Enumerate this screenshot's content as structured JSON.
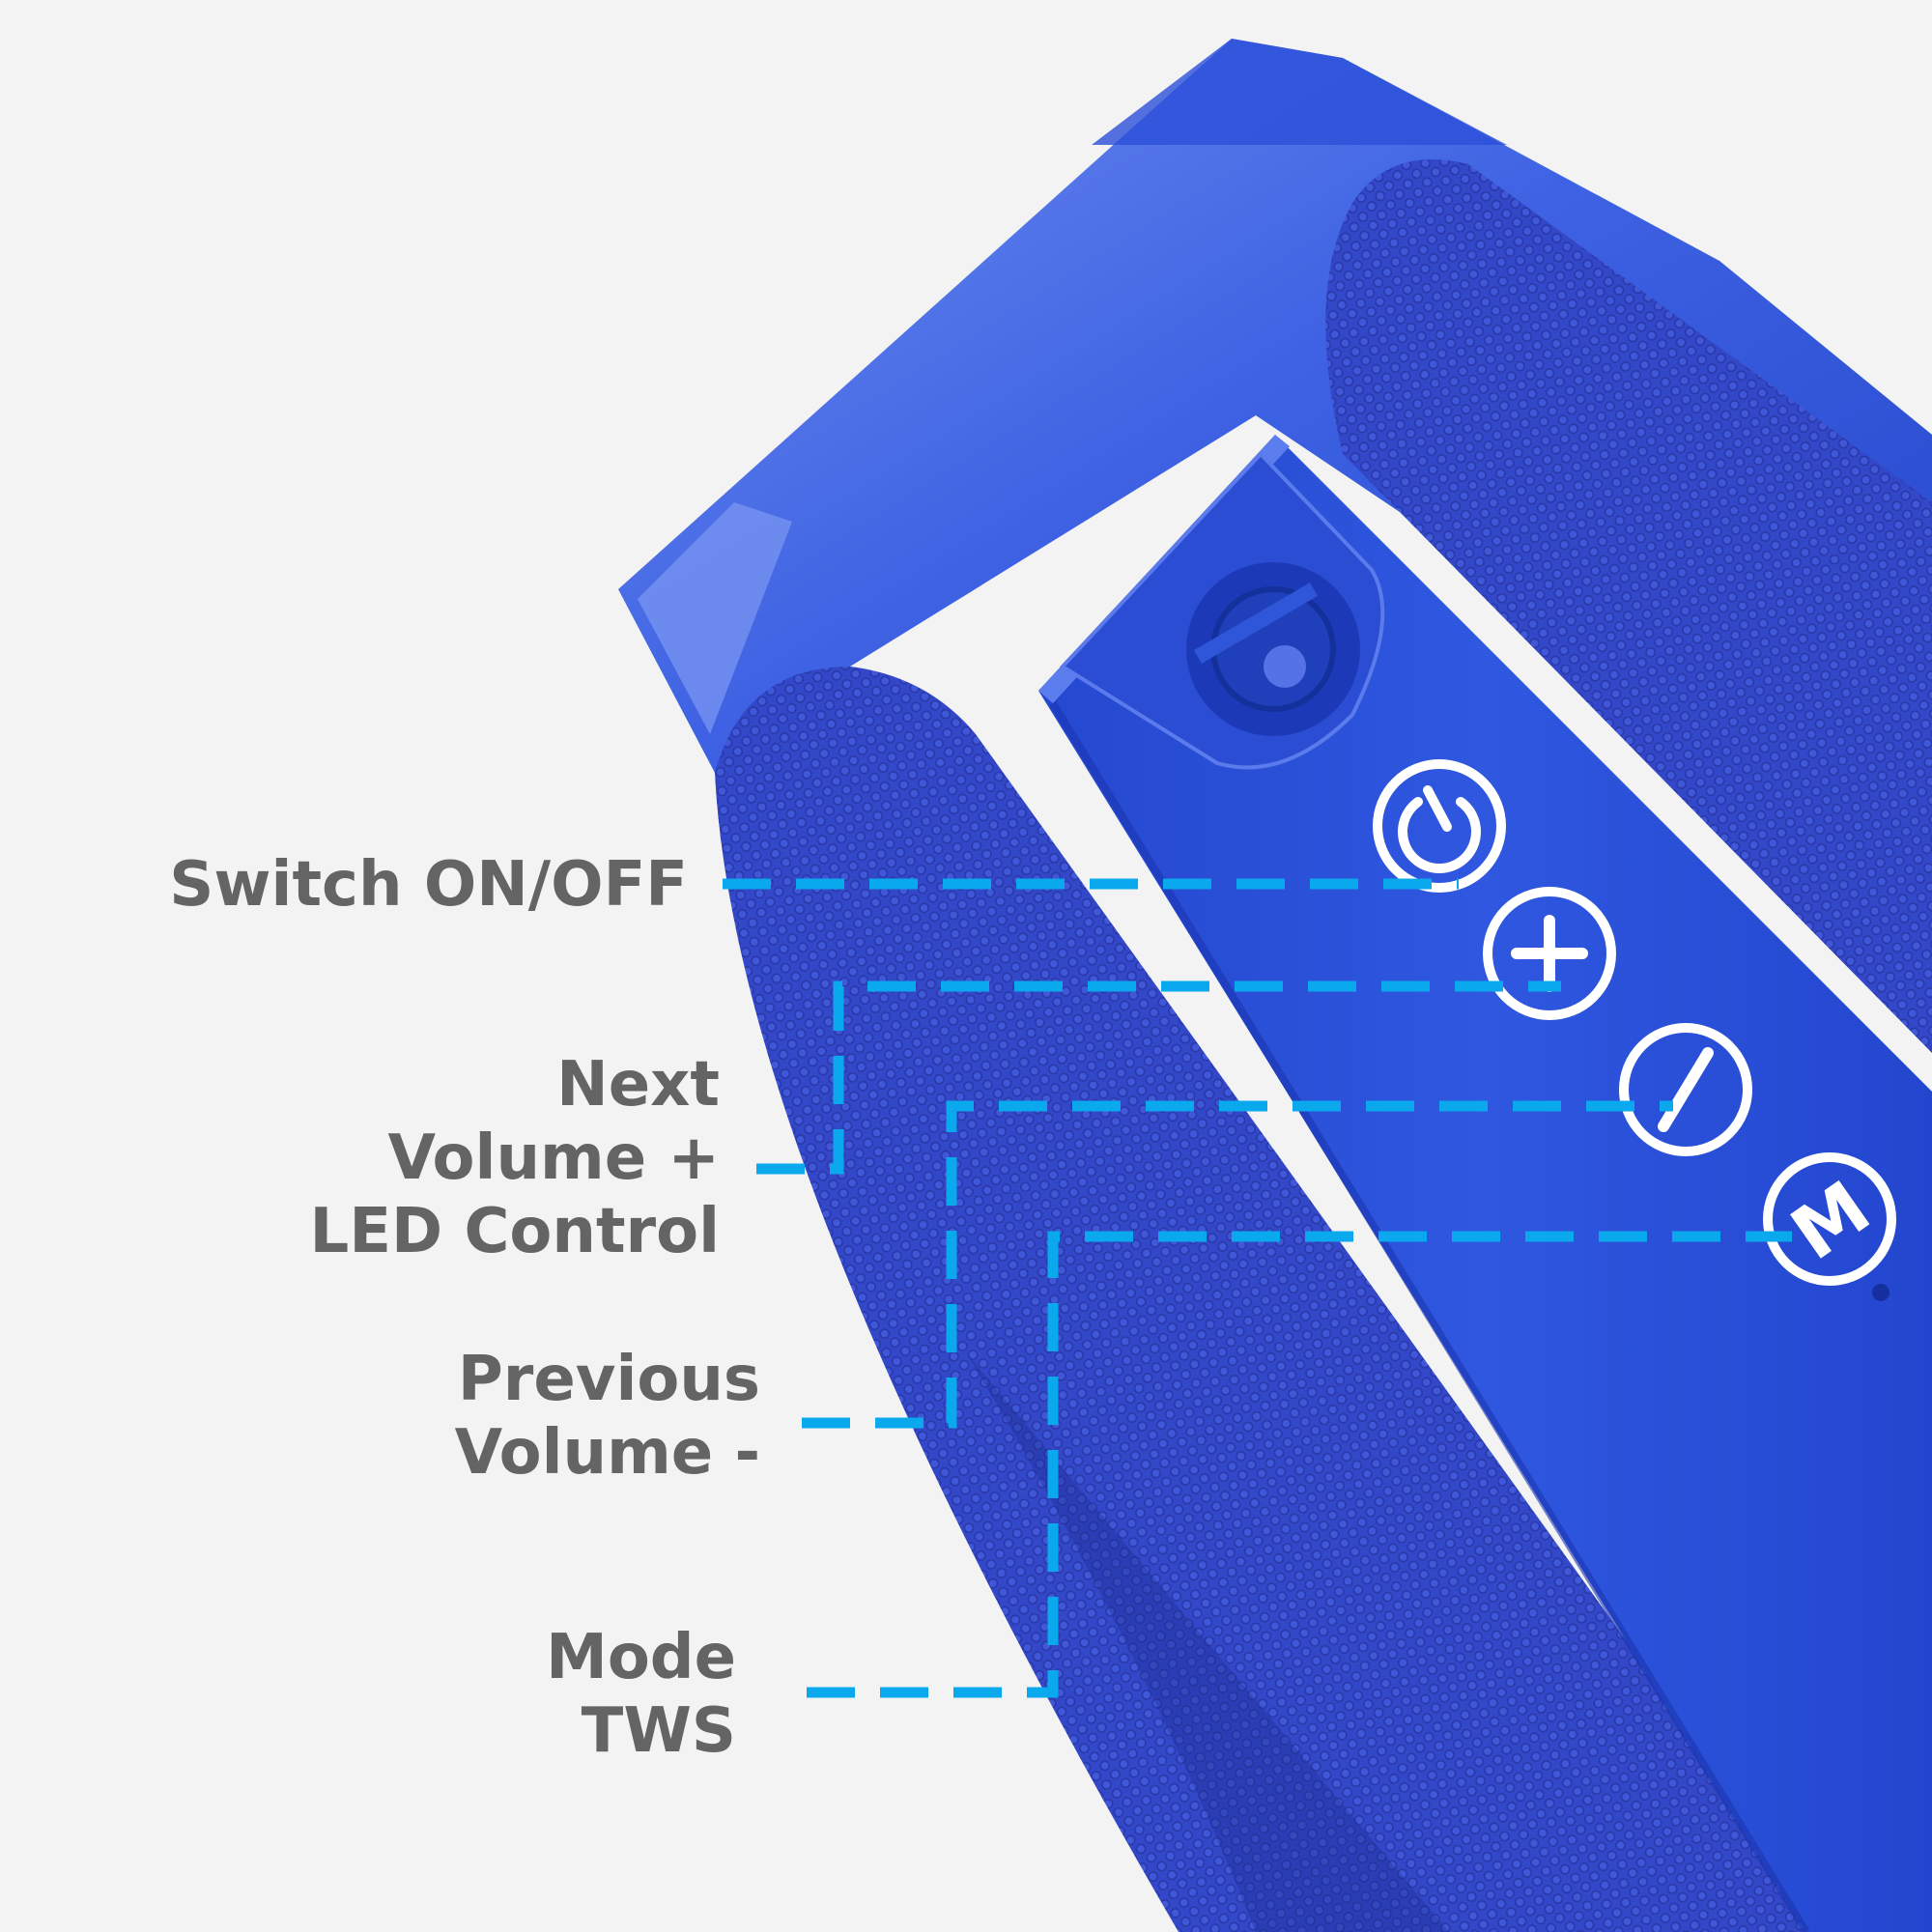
{
  "labels": {
    "power": [
      "Switch ON/OFF"
    ],
    "next": [
      "Next",
      "Volume +",
      "LED Control"
    ],
    "previous": [
      "Previous",
      "Volume -"
    ],
    "mode": [
      "Mode",
      "TWS"
    ]
  },
  "buttons": [
    {
      "name": "power-button",
      "icon": "power-icon"
    },
    {
      "name": "next-volume-up-button",
      "icon": "plus-icon"
    },
    {
      "name": "previous-volume-down-button",
      "icon": "slash-icon"
    },
    {
      "name": "mode-button",
      "icon": "m-icon",
      "glyph": "M"
    }
  ],
  "colors": {
    "background": "#f3f3f3",
    "speaker_body": "#2f55d9",
    "fabric": "#3347c9",
    "callout_line": "#0aa8ec",
    "label_text": "#646464",
    "button_ring": "#ffffff"
  }
}
